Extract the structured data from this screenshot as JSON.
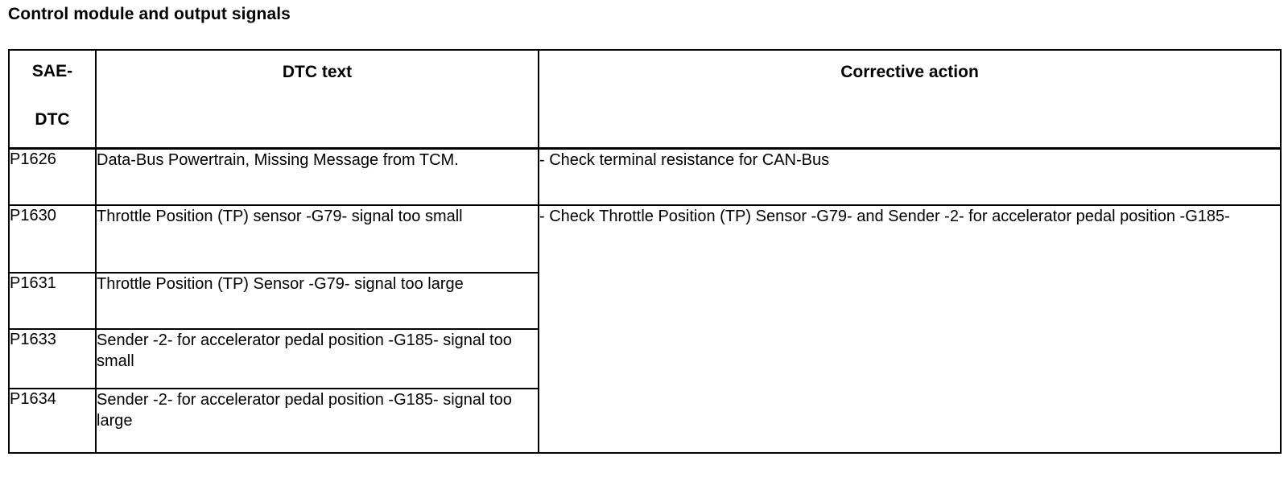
{
  "document": {
    "section_title": "Control module and output signals"
  },
  "table": {
    "headers": {
      "code_line1": "SAE-",
      "code_line2": "DTC",
      "dtc_text": "DTC text",
      "corrective_action": "Corrective action"
    },
    "rows": [
      {
        "code": "P1626",
        "dtc_text": "Data-Bus Powertrain, Missing Message from TCM.",
        "corrective_action": "- Check terminal resistance for CAN-Bus",
        "action_rowspan": 1
      },
      {
        "code": "P1630",
        "dtc_text": "Throttle Position (TP) sensor -G79- signal too small",
        "corrective_action": "- Check Throttle Position (TP) Sensor -G79- and Sender -2- for accelerator pedal position -G185-",
        "action_rowspan": 4
      },
      {
        "code": "P1631",
        "dtc_text": "Throttle Position (TP) Sensor -G79- signal too large"
      },
      {
        "code": "P1633",
        "dtc_text": "Sender -2- for accelerator pedal position -G185- signal too small"
      },
      {
        "code": "P1634",
        "dtc_text": "Sender -2- for accelerator pedal position -G185- signal too large"
      }
    ]
  }
}
